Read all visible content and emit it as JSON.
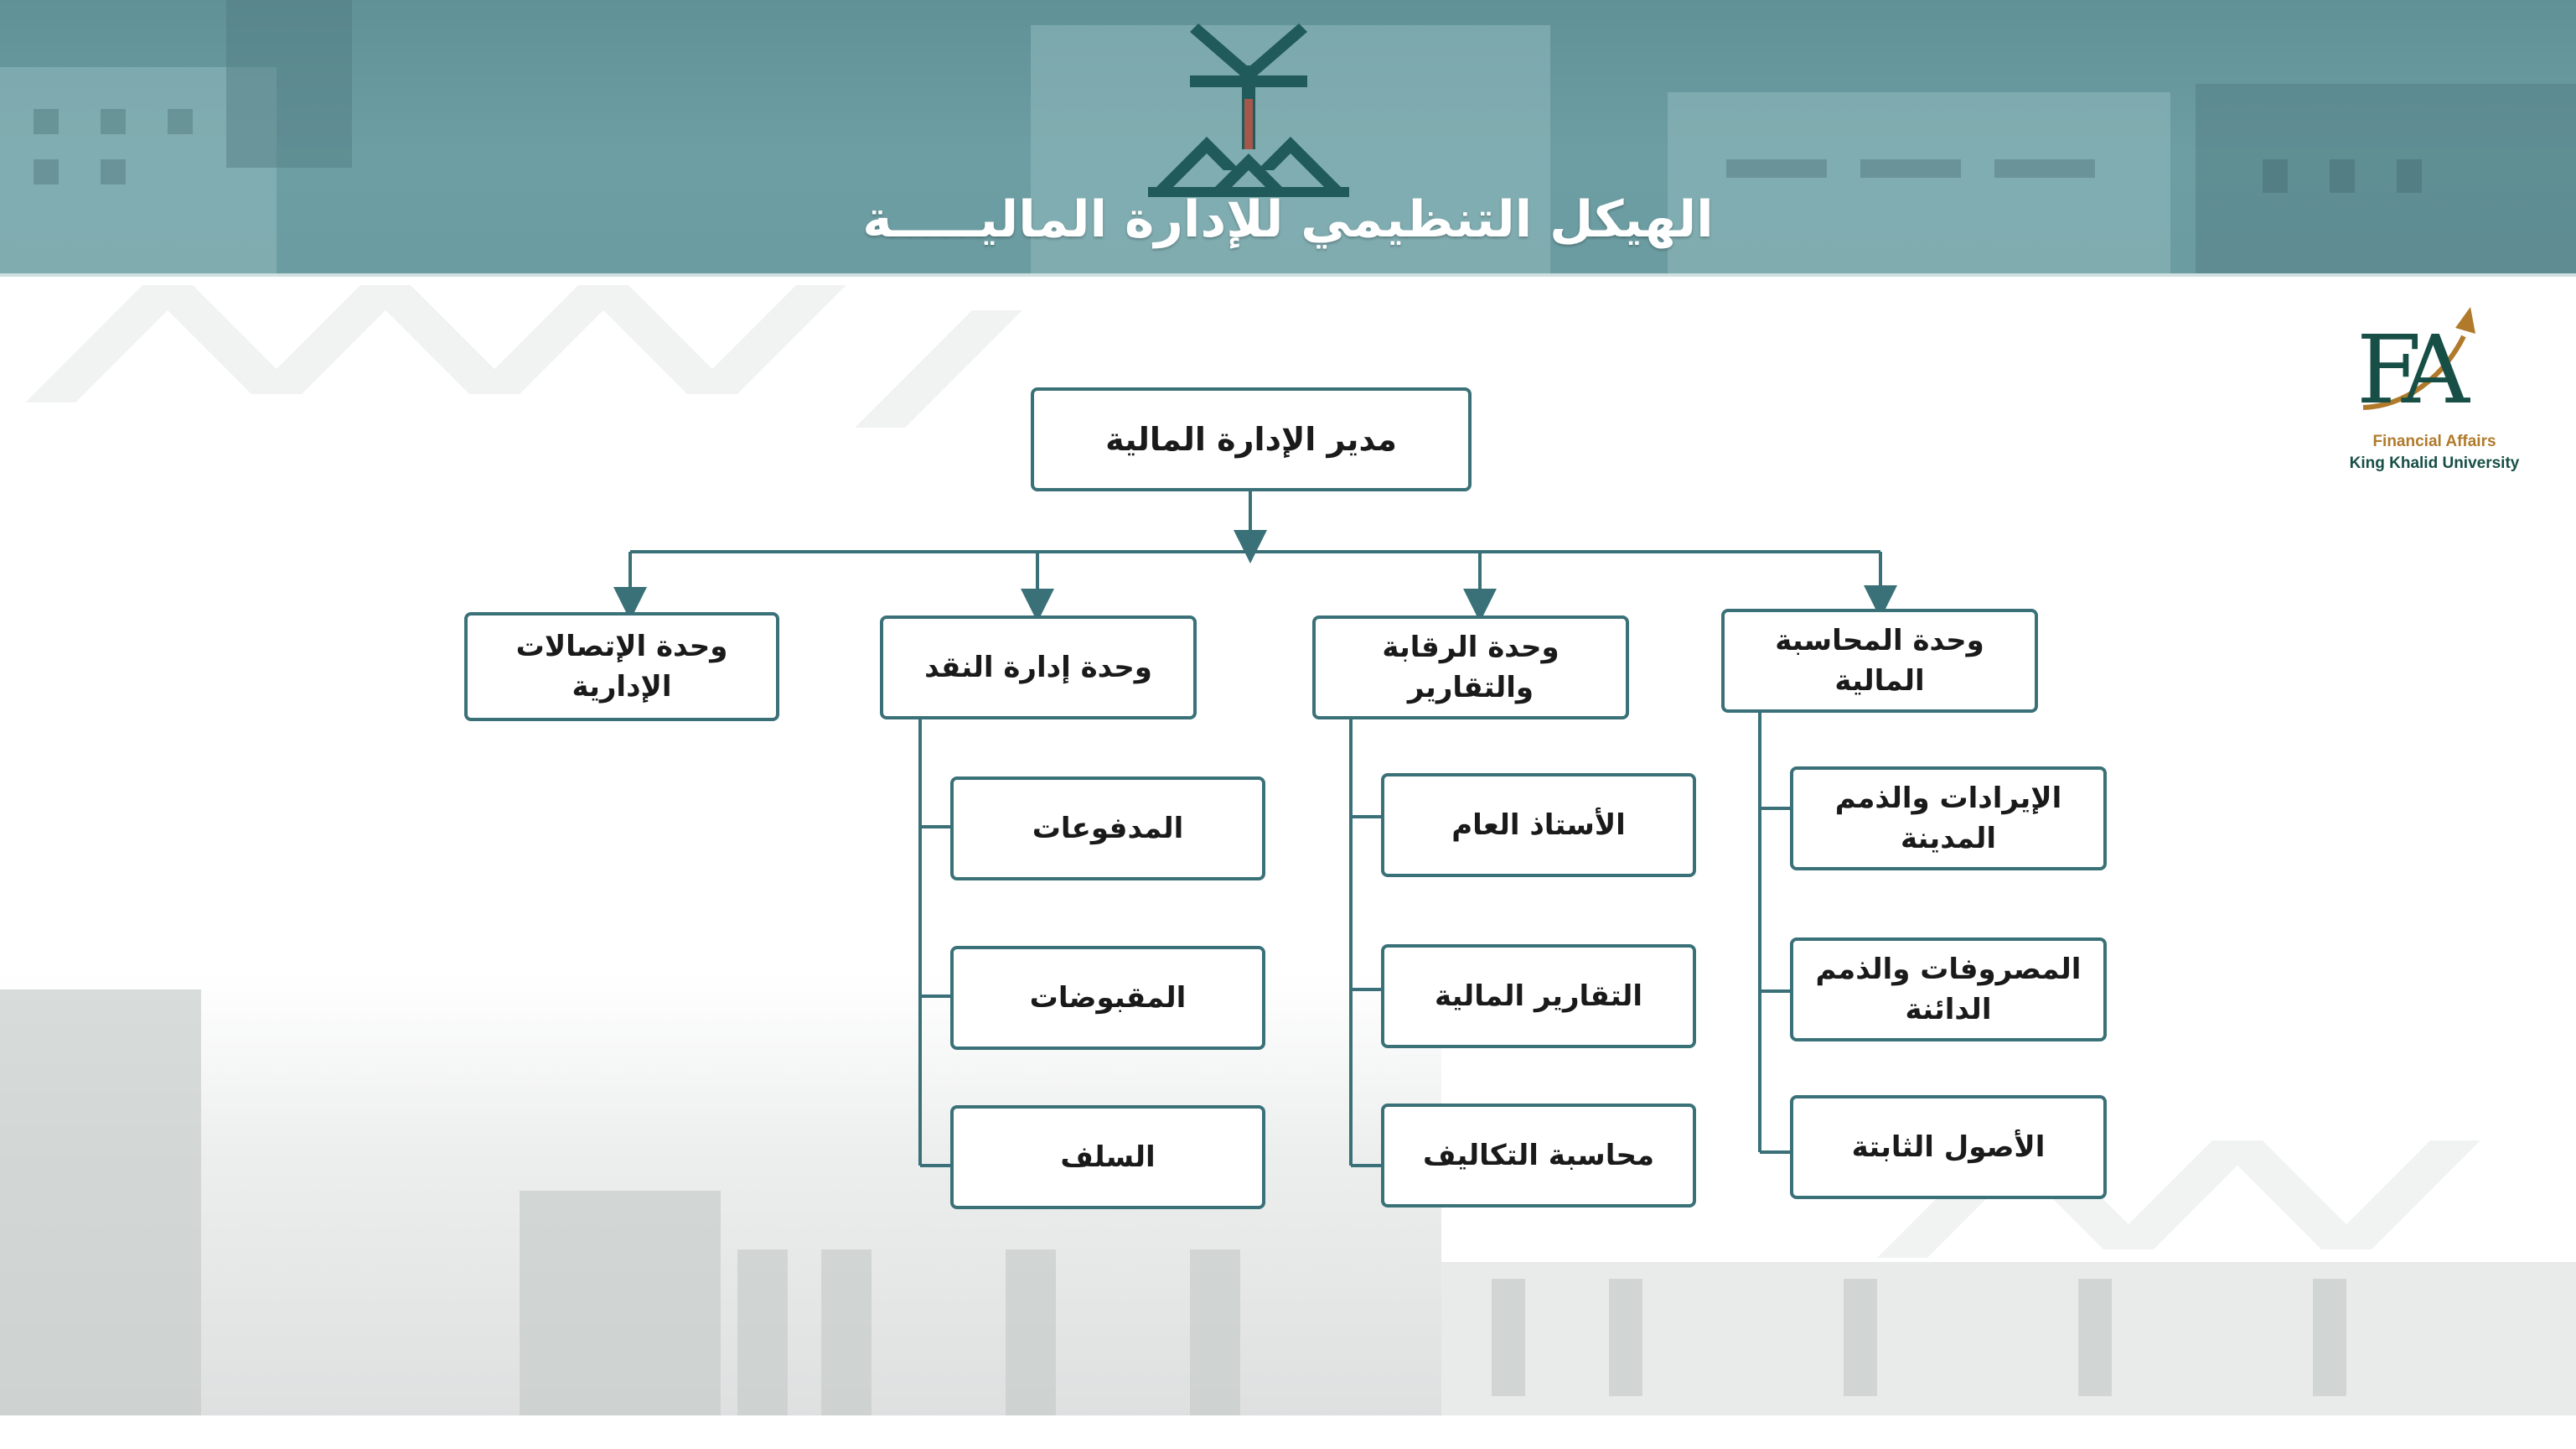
{
  "header": {
    "title": "الهيكل التنظيمي للإدارة الماليـــــة"
  },
  "logo": {
    "university_emblem": "king-khalid-university-emblem",
    "fa_monogram": "FA",
    "caption_line1": "Financial Affairs",
    "caption_line2": "King Khalid University"
  },
  "colors": {
    "accent": "#3a7178",
    "header_bg": "#6b9ca1",
    "emblem": "#205a5b",
    "fa_gold": "#b07a2a",
    "fa_green": "#174f47"
  },
  "org": {
    "root": "مدير الإدارة المالية",
    "units": [
      {
        "name": "وحدة المحاسبة المالية",
        "children": [
          "الإيرادات والذمم المدينة",
          "المصروفات والذمم الدائنة",
          "الأصول الثابتة"
        ]
      },
      {
        "name": "وحدة الرقابة والتقارير",
        "children": [
          "الأستاذ العام",
          "التقارير المالية",
          "محاسبة التكاليف"
        ]
      },
      {
        "name": "وحدة إدارة النقد",
        "children": [
          "المدفوعات",
          "المقبوضات",
          "السلف"
        ]
      },
      {
        "name": "وحدة الإتصالات الإدارية",
        "children": []
      }
    ]
  }
}
